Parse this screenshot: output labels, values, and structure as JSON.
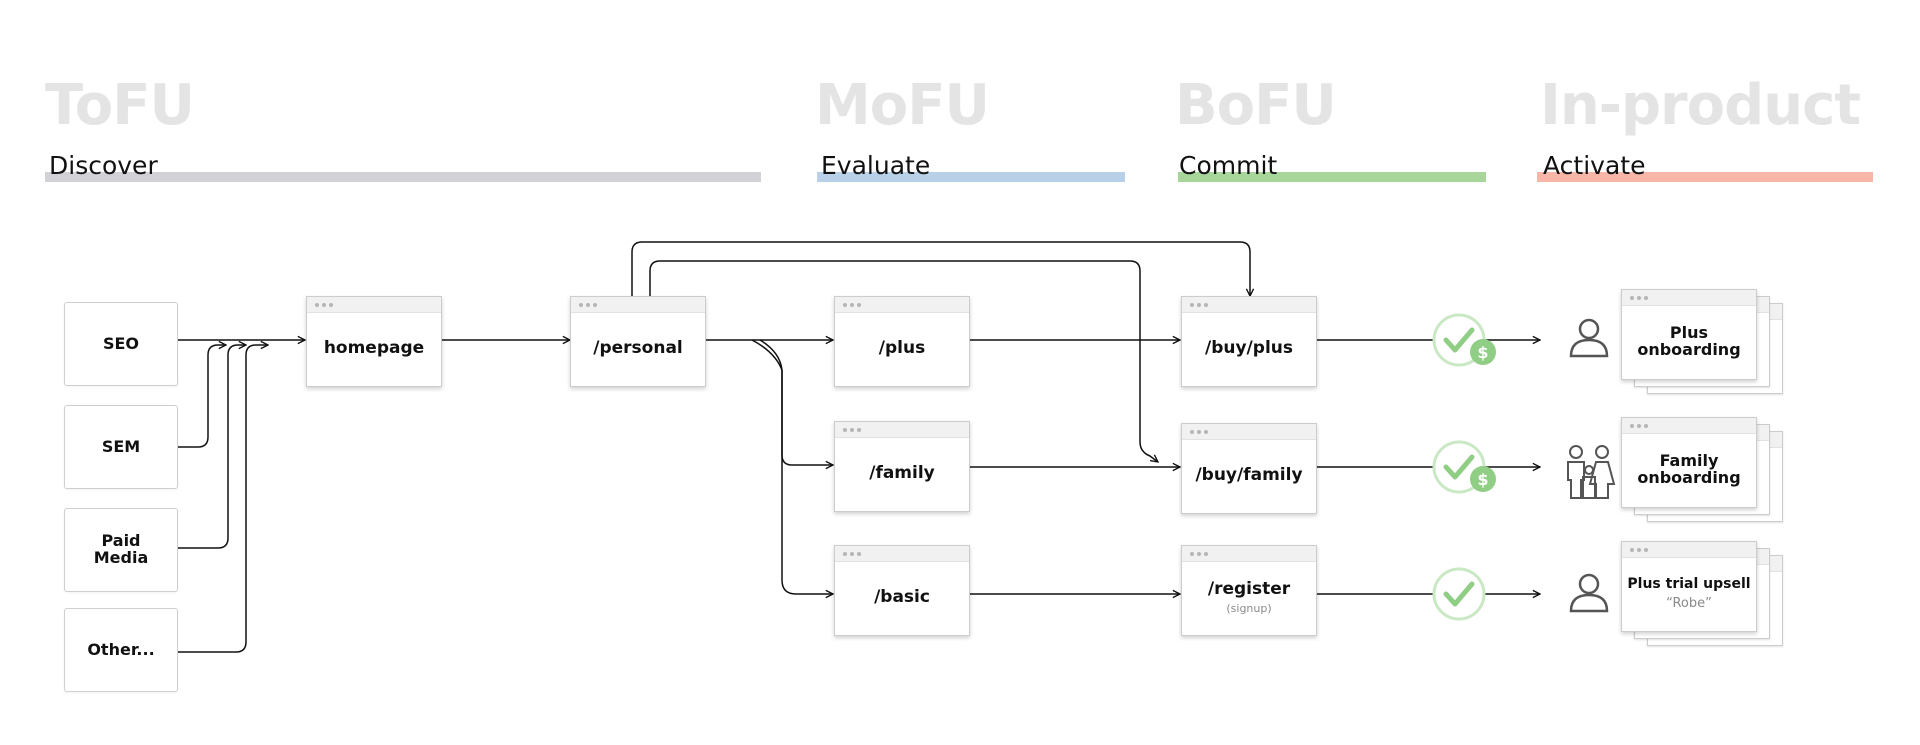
{
  "stages": [
    {
      "title": "ToFU",
      "subtitle": "Discover",
      "color": "#d2d2d6"
    },
    {
      "title": "MoFU",
      "subtitle": "Evaluate",
      "color": "#b9d1e8"
    },
    {
      "title": "BoFU",
      "subtitle": "Commit",
      "color": "#a8d69a"
    },
    {
      "title": "In-product",
      "subtitle": "Activate",
      "color": "#f7b6a8"
    }
  ],
  "sources": [
    "SEO",
    "SEM",
    "Paid\nMedia",
    "Other..."
  ],
  "pages": {
    "homepage": "homepage",
    "personal": "/personal",
    "plus": "/plus",
    "family": "/family",
    "basic": "/basic",
    "buy_plus": "/buy/plus",
    "buy_family": "/buy/family",
    "register": "/register",
    "register_note": "(signup)"
  },
  "outcomes": [
    {
      "label": "Plus\nonboarding",
      "note": "",
      "icon": "person-icon",
      "badge": "$"
    },
    {
      "label": "Family\nonboarding",
      "note": "",
      "icon": "family-icon",
      "badge": "$"
    },
    {
      "label": "Plus trial upsell",
      "note": "“Robe”",
      "icon": "person-icon",
      "badge": ""
    }
  ],
  "colors": {
    "check_green": "#8fce84",
    "line": "#111111"
  }
}
